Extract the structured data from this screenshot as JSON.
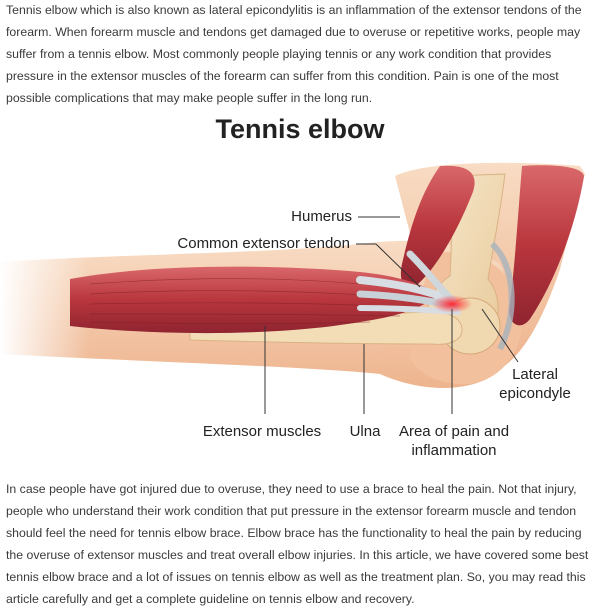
{
  "intro_paragraph": "Tennis elbow which is also known as lateral epicondylitis is an inflammation of the extensor tendons of the forearm. When forearm muscle and tendons get damaged due to overuse or repetitive works, people may suffer from a tennis elbow. Most commonly people playing tennis or any work condition that provides pressure in the extensor muscles of the forearm can suffer from this condition. Pain is one of the most possible complications that may make people suffer in the long run.",
  "figure": {
    "title": "Tennis elbow",
    "labels": {
      "humerus": "Humerus",
      "tendon": "Common extensor tendon",
      "lateral_line1": "Lateral",
      "lateral_line2": "epicondyle",
      "extensor": "Extensor muscles",
      "ulna": "Ulna",
      "pain_line1": "Area of pain and",
      "pain_line2": "inflammation"
    },
    "colors": {
      "skin": "#f3c7a4",
      "muscle": "#c0474c",
      "bone": "#f2ddb8",
      "tendon": "#d7dde2",
      "pain": "#ff2a33"
    }
  },
  "closing_paragraph": "In case people have got injured due to overuse, they need to use a brace to heal the pain. Not that injury, people who understand their work condition that put pressure in the extensor forearm muscle and tendon should feel the need for tennis elbow brace. Elbow brace has the functionality to heal the pain by reducing the overuse of extensor muscles and treat overall elbow injuries. In this article, we have covered some best tennis elbow brace and a lot of issues on tennis elbow as well as the treatment plan. So, you may read this article carefully and get a complete guideline on tennis elbow and recovery."
}
